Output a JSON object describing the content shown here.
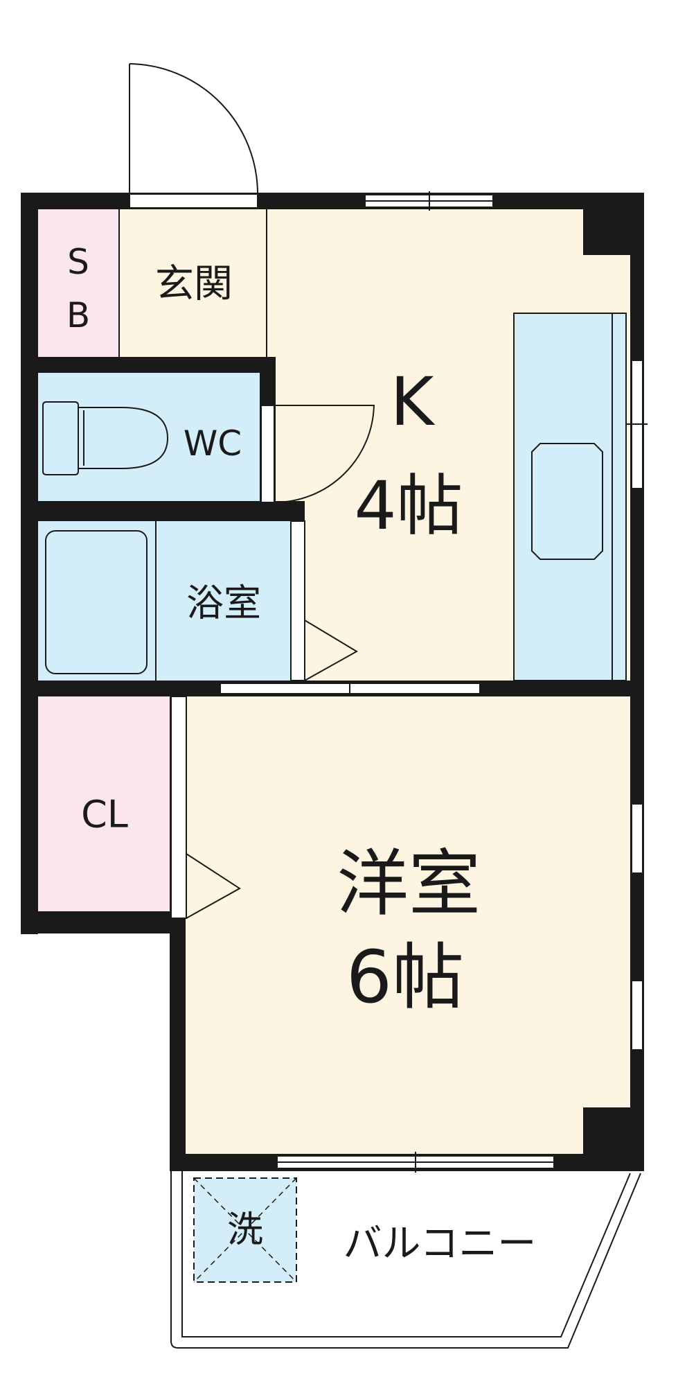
{
  "rooms": {
    "shoe_box": {
      "line1": "S",
      "line2": "B"
    },
    "entrance": {
      "label": "玄関"
    },
    "toilet": {
      "label": "WC"
    },
    "bathroom": {
      "label": "浴室"
    },
    "kitchen": {
      "label": "K",
      "size": "4帖"
    },
    "closet": {
      "label": "CL"
    },
    "western_room": {
      "label": "洋室",
      "size": "6帖"
    },
    "laundry": {
      "label": "洗"
    },
    "balcony": {
      "label": "バルコニー"
    }
  },
  "colors": {
    "floor": "#fdf5e2",
    "water": "#d3eef8",
    "storage": "#fbe5ee",
    "wall": "#1a1a1a"
  }
}
